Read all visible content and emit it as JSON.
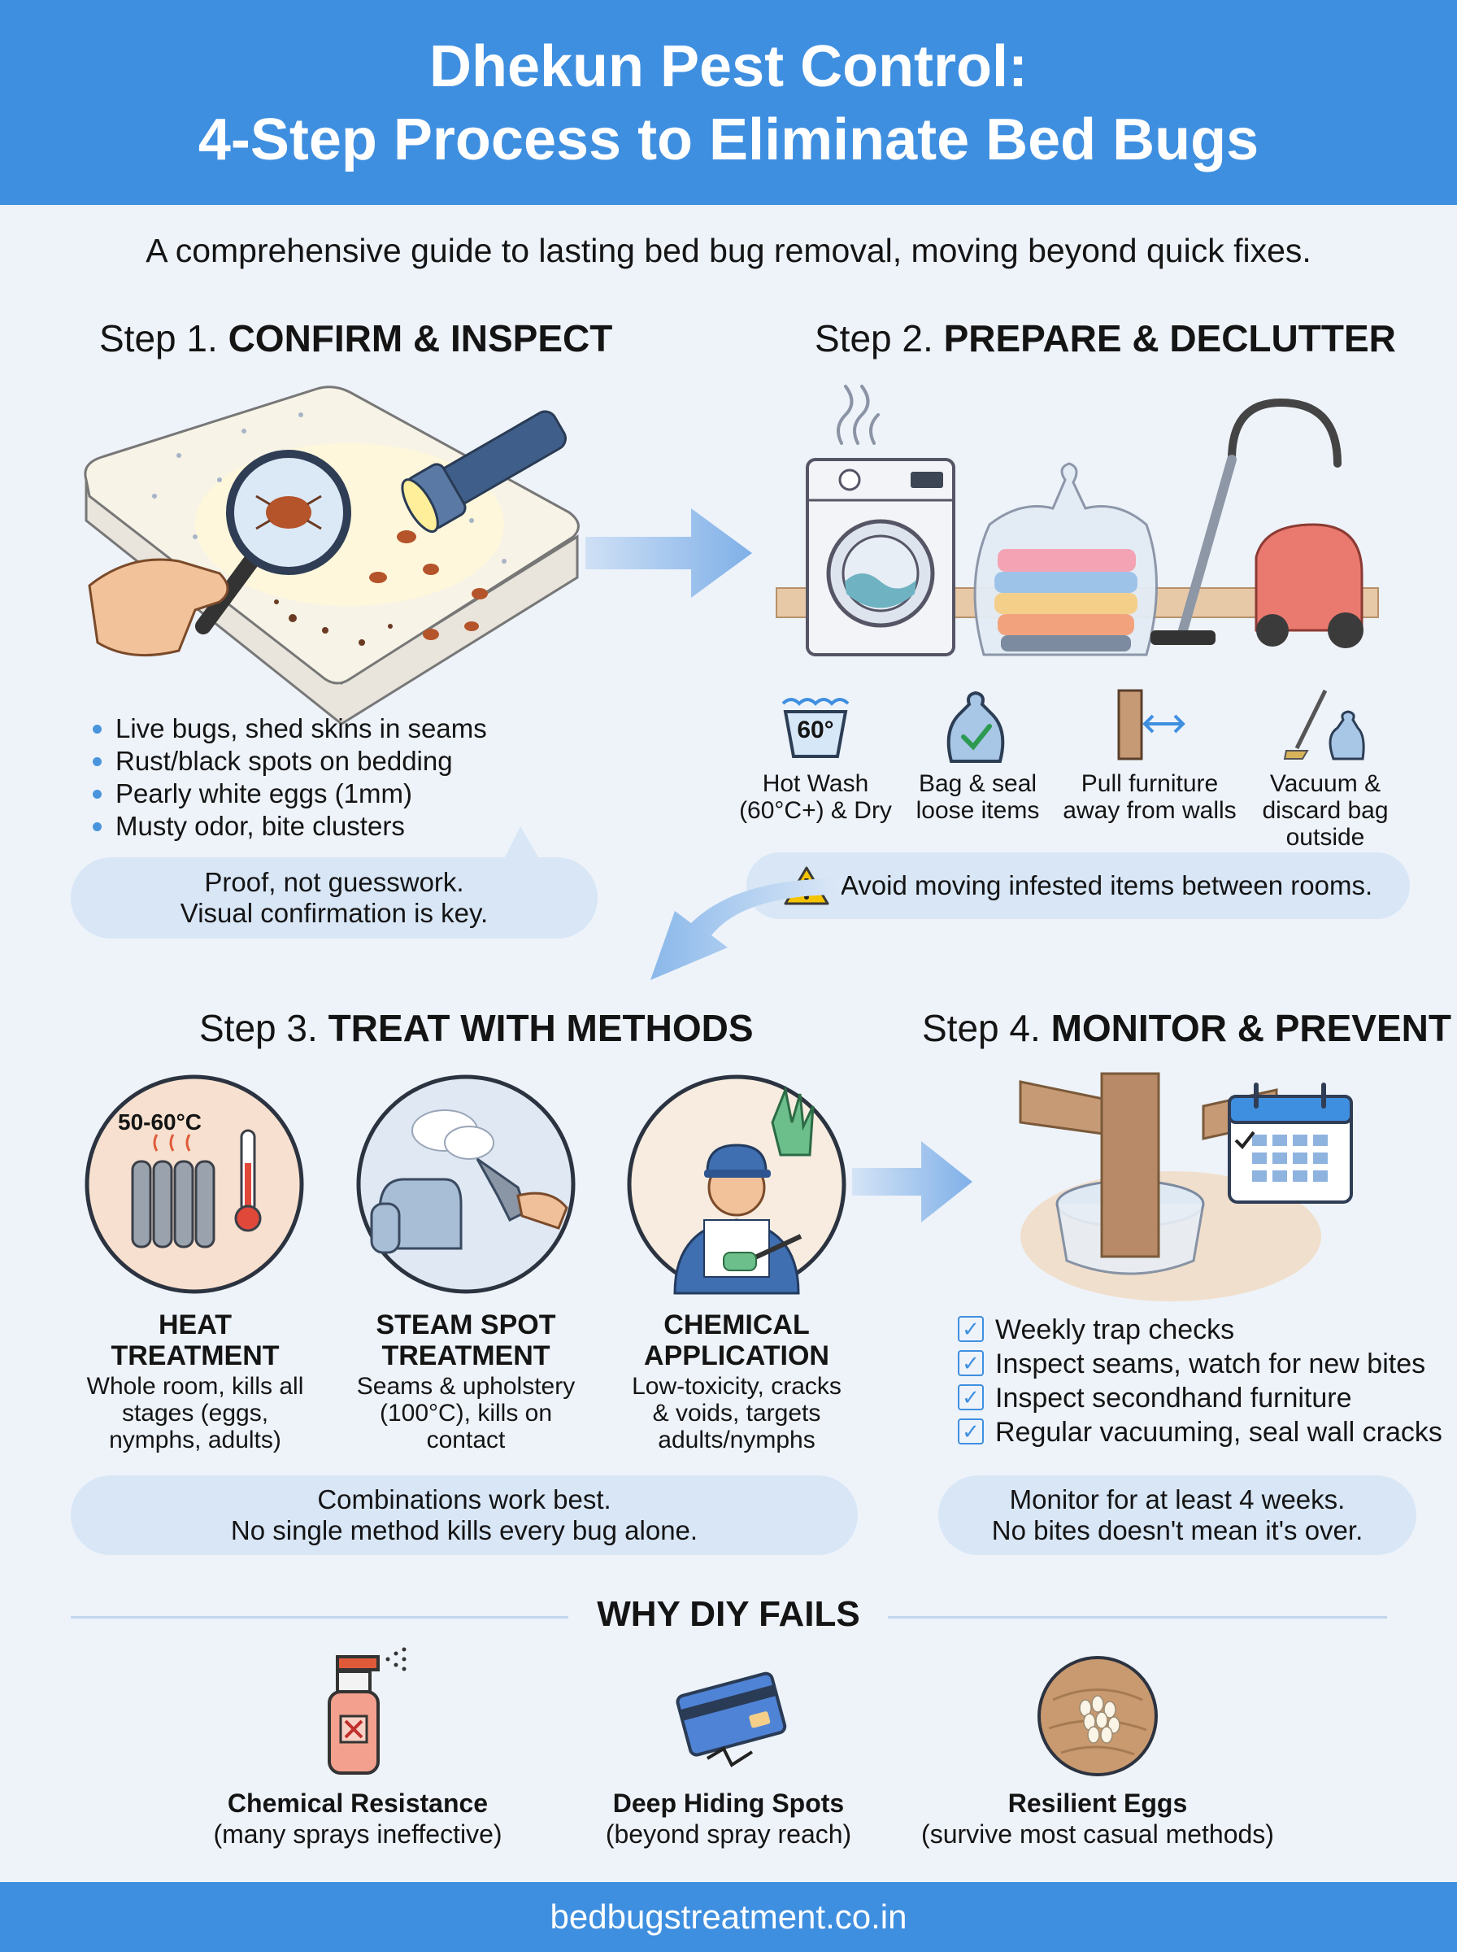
{
  "header": {
    "title_line1": "Dhekun Pest Control:",
    "title_line2": "4-Step Process to Eliminate Bed Bugs"
  },
  "subtitle": "A comprehensive guide to lasting bed bug removal, moving beyond quick fixes.",
  "step1": {
    "prefix": "Step 1.",
    "title": "CONFIRM & INSPECT",
    "bullets": [
      "Live bugs, shed skins in seams",
      "Rust/black spots on bedding",
      "Pearly white eggs (1mm)",
      "Musty odor, bite clusters"
    ],
    "note_line1": "Proof, not guesswork.",
    "note_line2": "Visual confirmation is key."
  },
  "step2": {
    "prefix": "Step 2.",
    "title": "PREPARE & DECLUTTER",
    "wash_badge": "60°",
    "icons": [
      {
        "line1": "Hot Wash",
        "line2": "(60°C+) & Dry",
        "line3": ""
      },
      {
        "line1": "Bag & seal",
        "line2": "loose items",
        "line3": ""
      },
      {
        "line1": "Pull furniture",
        "line2": "away from walls",
        "line3": ""
      },
      {
        "line1": "Vacuum &",
        "line2": "discard bag",
        "line3": "outside"
      }
    ],
    "warning": "Avoid moving infested items between rooms."
  },
  "step3": {
    "prefix": "Step 3.",
    "title": "TREAT WITH METHODS",
    "heat_temp": "50-60°C",
    "methods": [
      {
        "title1": "HEAT",
        "title2": "TREATMENT",
        "desc1": "Whole room, kills all",
        "desc2": "stages (eggs,",
        "desc3": "nymphs, adults)"
      },
      {
        "title1": "STEAM SPOT",
        "title2": "TREATMENT",
        "desc1": "Seams & upholstery",
        "desc2": "(100°C), kills on",
        "desc3": "contact"
      },
      {
        "title1": "CHEMICAL",
        "title2": "APPLICATION",
        "desc1": "Low-toxicity, cracks",
        "desc2": "& voids, targets",
        "desc3": "adults/nymphs"
      }
    ],
    "note_line1": "Combinations work best.",
    "note_line2": "No single method kills every bug alone."
  },
  "step4": {
    "prefix": "Step 4.",
    "title": "MONITOR & PREVENT",
    "checks": [
      "Weekly trap checks",
      "Inspect seams, watch for new bites",
      "Inspect secondhand furniture",
      "Regular vacuuming, seal wall cracks"
    ],
    "note_line1": "Monitor for at least 4 weeks.",
    "note_line2": "No bites doesn't mean it's over."
  },
  "why": {
    "title": "WHY DIY FAILS",
    "items": [
      {
        "title": "Chemical Resistance",
        "desc": "(many sprays ineffective)"
      },
      {
        "title": "Deep Hiding Spots",
        "desc": "(beyond spray reach)"
      },
      {
        "title": "Resilient Eggs",
        "desc": "(survive most casual methods)"
      }
    ]
  },
  "footer": {
    "url": "bedbugstreatment.co.in"
  },
  "colors": {
    "header_blue": "#3f8fe0",
    "bubble_blue": "#d8e6f6",
    "background": "#eef3fa",
    "warning_yellow": "#f5c400"
  }
}
